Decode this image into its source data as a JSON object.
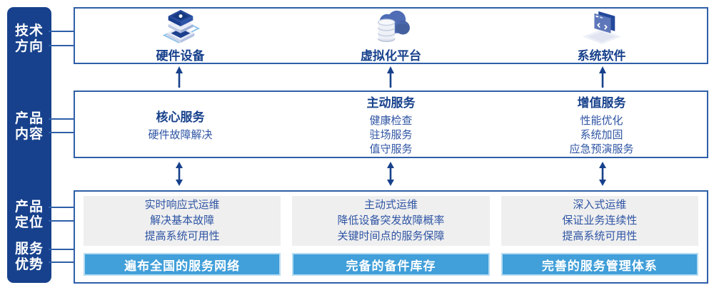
{
  "sidebar": {
    "items": [
      {
        "line1": "技术",
        "line2": "方向"
      },
      {
        "line1": "产品",
        "line2": "内容"
      },
      {
        "line1": "产品",
        "line2": "定位"
      },
      {
        "line1": "服务",
        "line2": "优势"
      }
    ]
  },
  "tech_direction": {
    "items": [
      {
        "icon": "server-stack-icon",
        "label": "硬件设备"
      },
      {
        "icon": "cloud-database-icon",
        "label": "虚拟化平台"
      },
      {
        "icon": "code-window-icon",
        "label": "系统软件"
      }
    ]
  },
  "product_content": {
    "columns": [
      {
        "title": "核心服务",
        "items": [
          "硬件故障解决"
        ]
      },
      {
        "title": "主动服务",
        "items": [
          "健康检查",
          "驻场服务",
          "值守服务"
        ]
      },
      {
        "title": "增值服务",
        "items": [
          "性能优化",
          "系统加固",
          "应急预演服务"
        ]
      }
    ]
  },
  "product_positioning": {
    "columns": [
      {
        "lines": [
          "实时响应式运维",
          "解决基本故障",
          "提高系统可用性"
        ],
        "advantage": "遍布全国的服务网络"
      },
      {
        "lines": [
          "主动式运维",
          "降低设备突发故障概率",
          "关键时间点的服务保障"
        ],
        "advantage": "完备的备件库存"
      },
      {
        "lines": [
          "深入式运维",
          "保证业务连续性",
          "提高系统可用性"
        ],
        "advantage": "完善的服务管理体系"
      }
    ]
  },
  "colors": {
    "sidebar_bg": "#17418c",
    "box_border": "#2e5fa8",
    "title_text": "#17418c",
    "body_text": "#2f55a4",
    "gray_panel_bg": "#efefef",
    "advantage_bar_bg": "#419fd9",
    "advantage_bar_border": "#b5dcf2",
    "arrow": "#17418c"
  }
}
